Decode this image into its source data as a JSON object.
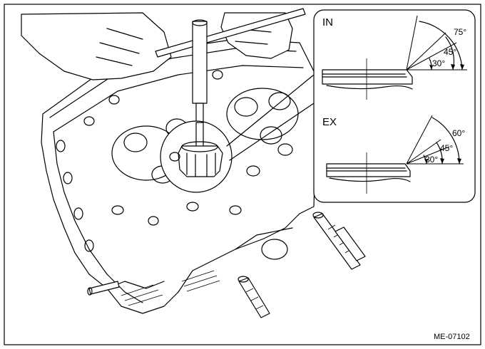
{
  "figure_id": "ME-07102",
  "inset": {
    "intake": {
      "label": "IN",
      "angles": [
        "75°",
        "45°",
        "30°"
      ]
    },
    "exhaust": {
      "label": "EX",
      "angles": [
        "60°",
        "45°",
        "30°"
      ]
    }
  }
}
